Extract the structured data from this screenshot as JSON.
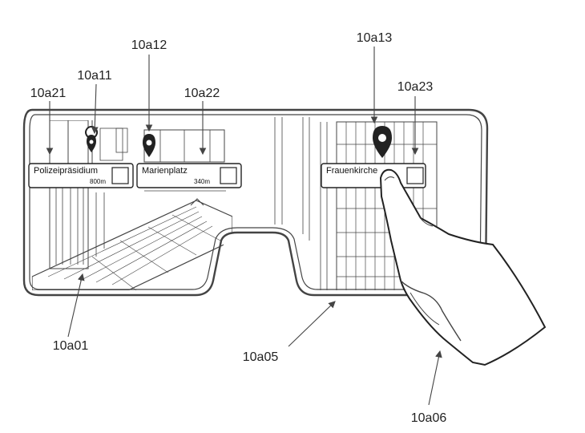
{
  "labels": {
    "lens_left_ref": "10a01",
    "frame_ref": "10a05",
    "hand_ref": "10a06",
    "pin1_ref": "10a11",
    "pin2_ref": "10a12",
    "pin3_ref": "10a13",
    "card1_ref": "10a21",
    "card2_ref": "10a22",
    "card3_ref": "10a23"
  },
  "cards": [
    {
      "title": "Polizeipräsidium",
      "distance": "800m"
    },
    {
      "title": "Marienplatz",
      "distance": "340m"
    },
    {
      "title": "Frauenkirche",
      "distance": ""
    }
  ],
  "colors": {
    "line": "#444444",
    "text": "#222222",
    "paper": "#ffffff"
  },
  "icons": [
    "map-pin-icon",
    "checkbox-icon",
    "hand-icon"
  ]
}
